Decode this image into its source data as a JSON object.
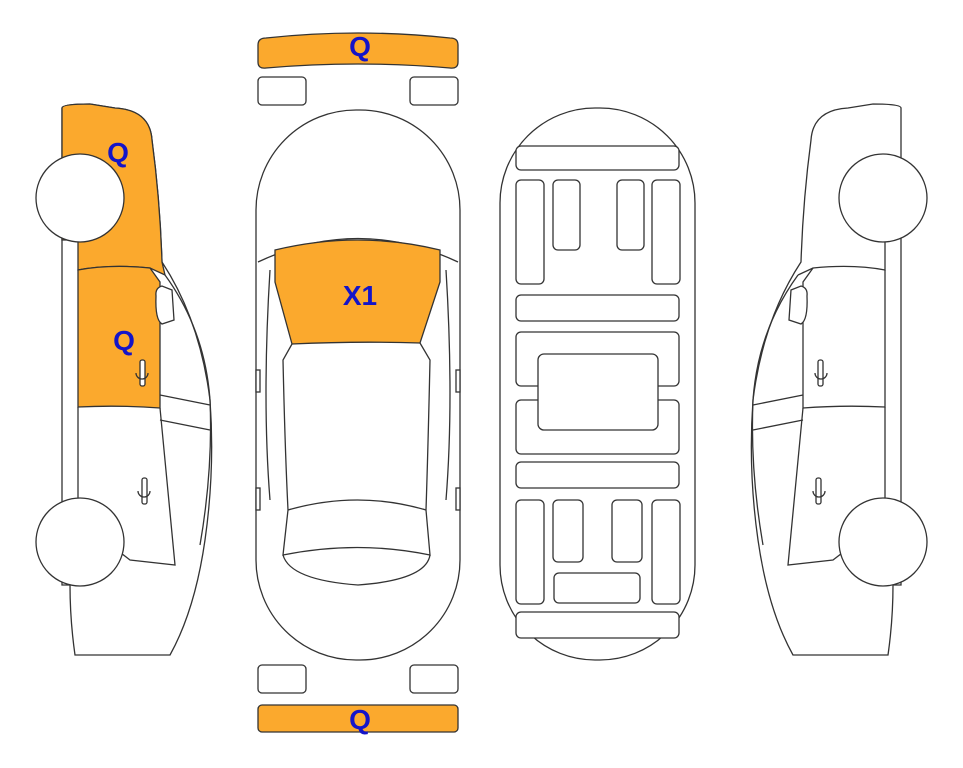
{
  "diagram": {
    "damage_color": "#FBA92D",
    "label_color": "#1414C8",
    "marks": {
      "front_bumper": "Q",
      "rear_bumper": "Q",
      "left_front_fender": "Q",
      "left_front_door": "Q",
      "windshield": "X1"
    }
  }
}
